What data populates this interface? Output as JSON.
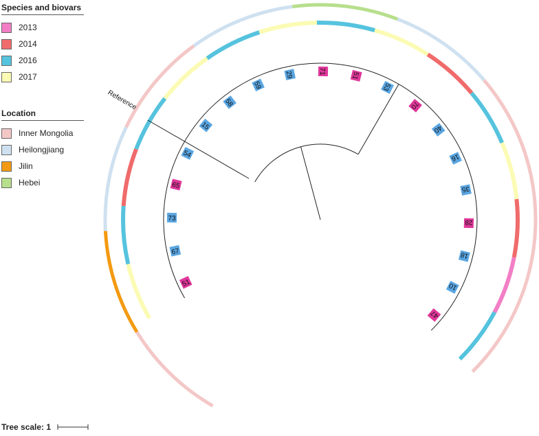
{
  "legend_species": {
    "title": "Species and biovars",
    "items": [
      {
        "label": "2013",
        "color": "#f27fc6"
      },
      {
        "label": "2014",
        "color": "#f06b6b"
      },
      {
        "label": "2016",
        "color": "#56c3de"
      },
      {
        "label": "2017",
        "color": "#fbfbb4"
      }
    ]
  },
  "legend_location": {
    "title": "Location",
    "items": [
      {
        "label": "Inner Mongolia",
        "color": "#f4c7c7"
      },
      {
        "label": "Heilongjiang",
        "color": "#cfe1f0"
      },
      {
        "label": "Jilin",
        "color": "#f39a12"
      },
      {
        "label": "Hebei",
        "color": "#b7df8c"
      }
    ]
  },
  "tree_scale": {
    "label": "Tree scale: 1"
  },
  "reference_label": "Reference",
  "tip_colors": {
    "2013": "#e0379a",
    "2016": "#5aa6e2"
  },
  "tips": [
    {
      "label": "51",
      "year": "2013"
    },
    {
      "label": "67",
      "year": "2016"
    },
    {
      "label": "73",
      "year": "2016"
    },
    {
      "label": "65",
      "year": "2013"
    },
    {
      "label": "54",
      "year": "2016"
    },
    {
      "label": "15",
      "year": "2016"
    },
    {
      "label": "58",
      "year": "2016"
    },
    {
      "label": "59",
      "year": "2016"
    },
    {
      "label": "29",
      "year": "2016"
    },
    {
      "label": "71",
      "year": "2013"
    },
    {
      "label": "51",
      "year": "2013"
    },
    {
      "label": "53",
      "year": "2016"
    },
    {
      "label": "70",
      "year": "2013"
    },
    {
      "label": "40",
      "year": "2016"
    },
    {
      "label": "16",
      "year": "2016"
    },
    {
      "label": "35",
      "year": "2016"
    },
    {
      "label": "28",
      "year": "2013"
    },
    {
      "label": "18",
      "year": "2016"
    },
    {
      "label": "10",
      "year": "2016"
    },
    {
      "label": "47",
      "year": "2013"
    }
  ],
  "year_ring_colors": [
    "#fbfbb4",
    "#56c3de",
    "#f06b6b",
    "#56c3de",
    "#fbfbb4",
    "#56c3de",
    "#fbfbb4",
    "#56c3de",
    "#fbfbb4",
    "#f06b6b",
    "#56c3de",
    "#fbfbb4",
    "#f06b6b",
    "#f27fc6",
    "#56c3de"
  ],
  "location_ring_colors": [
    "#f4c7c7",
    "#f39a12",
    "#cfe1f0",
    "#f4c7c7",
    "#cfe1f0",
    "#b7df8c",
    "#cfe1f0",
    "#f4c7c7",
    "#f4c7c7",
    "#f4c7c7"
  ]
}
